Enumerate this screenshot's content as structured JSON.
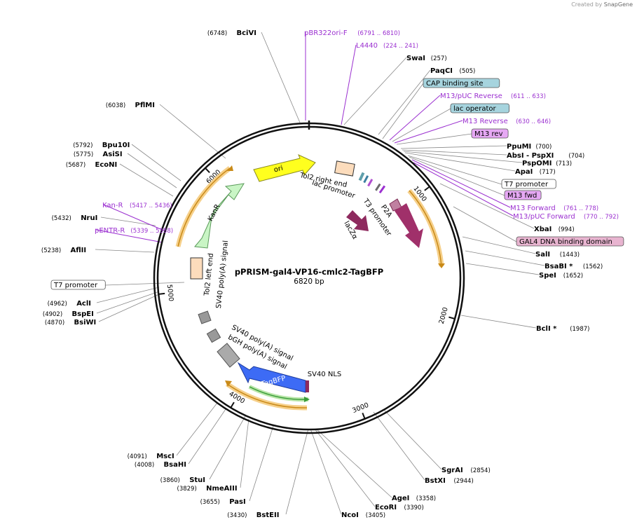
{
  "brand": {
    "created_by": "Created by",
    "app": "SnapGene"
  },
  "plasmid": {
    "name": "pPRISM-gal4-VP16-cmlc2-TagBFP",
    "size": "6820 bp",
    "total_bp": 6820
  },
  "colors": {
    "backbone": "#111111",
    "primer": "#9b30d0",
    "leader": "#888888",
    "ori": "#ffff1e",
    "kanr": "#c9f5c5",
    "tagbfp": "#3d6bf5",
    "lacz": "#8e2a5e",
    "p2a": "#a0306a",
    "sv40nls": "#8e2a5e",
    "terminator": "#999999",
    "tol2": "#fcdcbc",
    "orange_arc": "#f0a424",
    "green_arc": "#3a9c3a",
    "cap_box": "#a6d4de",
    "m13rev_box": "#e6a8f4",
    "gal4_box": "#e8b4d0",
    "t7_box": "#ffffff"
  },
  "ticks": [
    "1000",
    "2000",
    "3000",
    "4000",
    "5000",
    "6000"
  ],
  "labels": [
    {
      "id": "bcivi",
      "kind": "site",
      "name": "BciVI",
      "pos": "(6748)"
    },
    {
      "id": "pbr322",
      "kind": "primer",
      "name": "pBR322ori-F",
      "pos": "(6791 .. 6810)"
    },
    {
      "id": "l4440",
      "kind": "primer",
      "name": "L4440",
      "pos": "(224 .. 241)"
    },
    {
      "id": "swai",
      "kind": "site",
      "name": "SwaI",
      "pos": "(257)"
    },
    {
      "id": "paqci",
      "kind": "site",
      "name": "PaqCI",
      "pos": "(505)"
    },
    {
      "id": "cap",
      "kind": "boxed",
      "name": "CAP binding site",
      "pos": ""
    },
    {
      "id": "m13puc_rev",
      "kind": "primer",
      "name": "M13/pUC Reverse",
      "pos": "(611 .. 633)"
    },
    {
      "id": "lacop",
      "kind": "boxed",
      "name": "lac operator",
      "pos": ""
    },
    {
      "id": "m13_reverse",
      "kind": "primer",
      "name": "M13 Reverse",
      "pos": "(630 .. 646)"
    },
    {
      "id": "m13rev",
      "kind": "boxed",
      "name": "M13 rev",
      "pos": ""
    },
    {
      "id": "ppumi",
      "kind": "site",
      "name": "PpuMI",
      "pos": "(700)"
    },
    {
      "id": "absi",
      "kind": "site",
      "name": "AbsI - PspXI",
      "pos": "(704)"
    },
    {
      "id": "pspomi",
      "kind": "site",
      "name": "PspOMI",
      "pos": "(713)"
    },
    {
      "id": "apai",
      "kind": "site",
      "name": "ApaI",
      "pos": "(717)"
    },
    {
      "id": "t7prom_r",
      "kind": "boxed",
      "name": "T7 promoter",
      "pos": ""
    },
    {
      "id": "m13fwd",
      "kind": "boxed",
      "name": "M13 fwd",
      "pos": ""
    },
    {
      "id": "m13_forward",
      "kind": "primer",
      "name": "M13 Forward",
      "pos": "(761 .. 778)"
    },
    {
      "id": "m13puc_fwd",
      "kind": "primer",
      "name": "M13/pUC Forward",
      "pos": "(770 .. 792)"
    },
    {
      "id": "xbai",
      "kind": "site",
      "name": "XbaI",
      "pos": "(994)"
    },
    {
      "id": "gal4",
      "kind": "boxed",
      "name": "GAL4 DNA binding domain",
      "pos": ""
    },
    {
      "id": "sali",
      "kind": "site",
      "name": "SalI",
      "pos": "(1443)"
    },
    {
      "id": "bsabi",
      "kind": "site",
      "name": "BsaBI *",
      "pos": "(1562)"
    },
    {
      "id": "spei",
      "kind": "site",
      "name": "SpeI",
      "pos": "(1652)"
    },
    {
      "id": "bcli",
      "kind": "site",
      "name": "BclI *",
      "pos": "(1987)"
    },
    {
      "id": "sgrai",
      "kind": "site",
      "name": "SgrAI",
      "pos": "(2854)"
    },
    {
      "id": "bstxi",
      "kind": "site",
      "name": "BstXI",
      "pos": "(2944)"
    },
    {
      "id": "agei",
      "kind": "site",
      "name": "AgeI",
      "pos": "(3358)"
    },
    {
      "id": "ecori",
      "kind": "site",
      "name": "EcoRI",
      "pos": "(3390)"
    },
    {
      "id": "ncoi",
      "kind": "site",
      "name": "NcoI",
      "pos": "(3405)"
    },
    {
      "id": "bsteii",
      "kind": "site",
      "name": "BstEII",
      "pos": "(3430)"
    },
    {
      "id": "pasi",
      "kind": "site",
      "name": "PasI",
      "pos": "(3655)"
    },
    {
      "id": "nmeaiii",
      "kind": "site",
      "name": "NmeAIII",
      "pos": "(3829)"
    },
    {
      "id": "stui",
      "kind": "site",
      "name": "StuI",
      "pos": "(3860)"
    },
    {
      "id": "bsahi",
      "kind": "site",
      "name": "BsaHI",
      "pos": "(4008)"
    },
    {
      "id": "msci",
      "kind": "site",
      "name": "MscI",
      "pos": "(4091)"
    },
    {
      "id": "bsiwi",
      "kind": "site",
      "name": "BsiWI",
      "pos": "(4870)"
    },
    {
      "id": "bspei",
      "kind": "site",
      "name": "BspEI",
      "pos": "(4902)"
    },
    {
      "id": "acli",
      "kind": "site",
      "name": "AclI",
      "pos": "(4962)"
    },
    {
      "id": "t7prom_l",
      "kind": "boxed",
      "name": "T7 promoter",
      "pos": ""
    },
    {
      "id": "aflii",
      "kind": "site",
      "name": "AflII",
      "pos": "(5238)"
    },
    {
      "id": "pentr",
      "kind": "primer",
      "name": "pENTR-R",
      "pos": "(5339 .. 5358)"
    },
    {
      "id": "nrui",
      "kind": "site",
      "name": "NruI",
      "pos": "(5432)"
    },
    {
      "id": "kanr_p",
      "kind": "primer",
      "name": "Kan-R",
      "pos": "(5417 .. 5436)"
    },
    {
      "id": "econi",
      "kind": "site",
      "name": "EcoNI",
      "pos": "(5687)"
    },
    {
      "id": "asisi",
      "kind": "site",
      "name": "AsiSI",
      "pos": "(5775)"
    },
    {
      "id": "bpu10i",
      "kind": "site",
      "name": "Bpu10I",
      "pos": "(5792)"
    },
    {
      "id": "pflmi",
      "kind": "site",
      "name": "PflMI",
      "pos": "(6038)"
    }
  ],
  "features": [
    {
      "id": "ori",
      "name": "ori"
    },
    {
      "id": "kanr",
      "name": "KanR"
    },
    {
      "id": "tagbfp",
      "name": "TagBFP"
    },
    {
      "id": "lacza",
      "name": "lacZα"
    },
    {
      "id": "p2a",
      "name": "P2A"
    },
    {
      "id": "t3",
      "name": "T3 promoter"
    },
    {
      "id": "tol2r",
      "name": "Tol2 right end"
    },
    {
      "id": "lacprom",
      "name": "lac promoter"
    },
    {
      "id": "tol2l",
      "name": "Tol2 left end"
    },
    {
      "id": "sv40pa1",
      "name": "SV40 poly(A) signal"
    },
    {
      "id": "sv40pa2",
      "name": "SV40 poly(A) signal"
    },
    {
      "id": "bgh",
      "name": "bGH poly(A) signal"
    },
    {
      "id": "sv40nls",
      "name": "SV40 NLS"
    }
  ]
}
